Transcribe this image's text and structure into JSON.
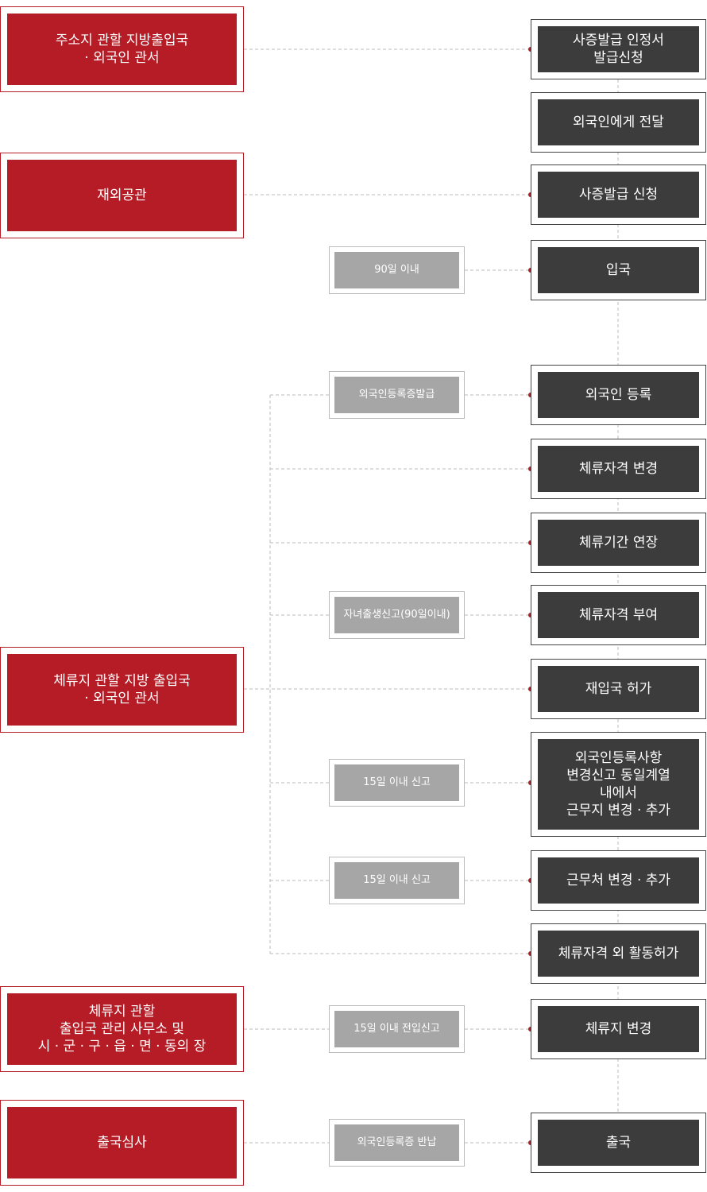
{
  "colors": {
    "red": "#b51c25",
    "dark": "#3c3c3c",
    "grey": "#a6a6a6",
    "connector": "#bbbbbb",
    "dot": "#b51c25"
  },
  "offices": {
    "local_office": "주소지 관할 지방출입국\n· 외국인 관서",
    "embassy": "재외공관",
    "residence_office": "체류지 관할 지방 출입국\n· 외국인 관서",
    "city_office": "체류지 관할\n출입국 관리 사무소 및\n시 · 군 · 구 · 읍 · 면 · 동의 장",
    "departure_check": "출국심사"
  },
  "steps": {
    "visa_cert": "사증발급 인정서\n발급신청",
    "deliver": "외국인에게 전달",
    "visa_apply": "사증발급 신청",
    "entry": "입국",
    "registration": "외국인 등록",
    "status_change": "체류자격 변경",
    "period_extend": "체류기간 연장",
    "status_grant": "체류자격 부여",
    "reentry": "재입국 허가",
    "reg_change": "외국인등록사항\n변경신고 동일계열\n내에서\n근무지 변경 · 추가",
    "workplace_change": "근무처 변경 · 추가",
    "extra_activity": "체류자격 외 활동허가",
    "residence_change": "체류지 변경",
    "departure": "출국"
  },
  "notes": {
    "within_90": "90일 이내",
    "card_issue": "외국인등록증발급",
    "birth_report": "자녀출생신고(90일이내)",
    "report_15_a": "15일 이내 신고",
    "report_15_b": "15일 이내 신고",
    "move_report": "15일 이내 전입신고",
    "card_return": "외국인등록증 반납"
  }
}
